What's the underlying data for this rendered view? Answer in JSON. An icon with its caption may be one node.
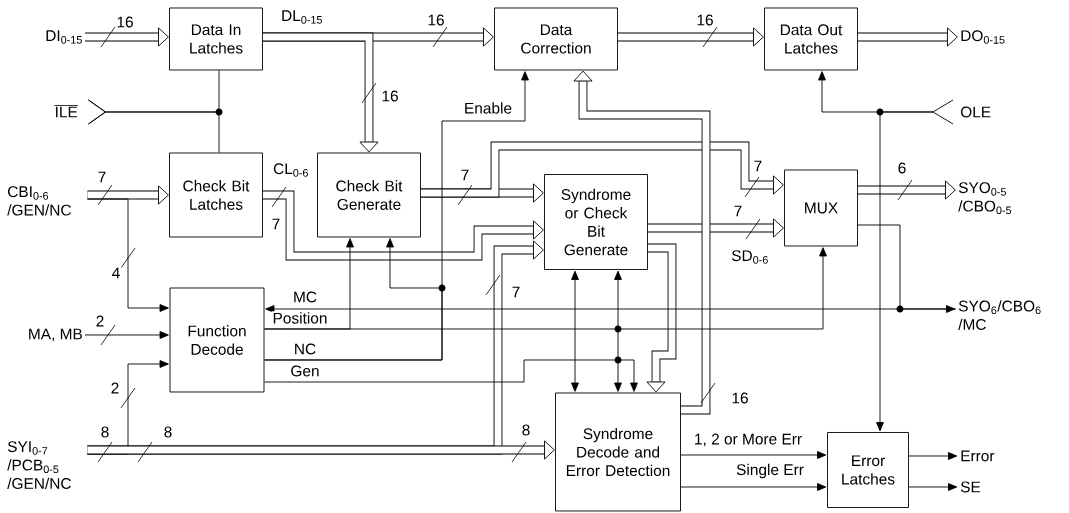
{
  "diagram": {
    "nodes": [
      {
        "text": [
          "Data In Latches"
        ]
      },
      {
        "text": [
          "Data Correction"
        ]
      },
      {
        "text": [
          "Data Out Latches"
        ]
      },
      {
        "text": [
          "Check Bit Latches"
        ]
      },
      {
        "text": [
          "Check Bit Generate"
        ]
      },
      {
        "text": [
          "Syndrome or Check Bit Generate"
        ]
      },
      {
        "text": [
          "MUX"
        ]
      },
      {
        "text": [
          "Function Decode"
        ]
      },
      {
        "text": [
          "Syndrome Decode and Error Detection"
        ]
      },
      {
        "text": [
          "Error Latches"
        ]
      },
      {
        "text": [
          "DI$_{0-15}$"
        ]
      },
      {
        "text": [
          "ILE"
        ]
      },
      {
        "text": [
          "CBI$_{0-6}$ /GEN/NC"
        ]
      },
      {
        "text": [
          "MA, MB"
        ]
      },
      {
        "text": [
          "SYI$_{0-7}$ /PCB$_{0-5}$ /GEN/NC"
        ]
      },
      {
        "text": [
          "DO$_{0-15}$"
        ]
      },
      {
        "text": [
          "OLE"
        ]
      },
      {
        "text": [
          "SYO$_{0-5}$ /CBO$_{0-5}$"
        ]
      },
      {
        "text": [
          "SYO$_{6}$/CBO$_{6}$ /MC"
        ]
      },
      {
        "text": [
          "Error"
        ]
      },
      {
        "text": [
          "SE"
        ]
      }
    ],
    "edges": [
      {
        "from": 10,
        "to": 0,
        "arrow": "to",
        "style": "thick",
        "label": "16"
      },
      {
        "from": 0,
        "to": 1,
        "arrow": "to",
        "style": "thick",
        "label": "16"
      },
      {
        "from": 0,
        "to": 4,
        "arrow": "to",
        "style": "thick",
        "label": "16"
      },
      {
        "from": 11,
        "to": 0,
        "arrow": "other"
      },
      {
        "from": 11,
        "to": 3,
        "arrow": "other"
      },
      {
        "from": 12,
        "to": 3,
        "arrow": "to",
        "style": "thick",
        "label": "7"
      },
      {
        "from": 12,
        "to": 7,
        "arrow": "to",
        "label": "4"
      },
      {
        "from": 13,
        "to": 7,
        "arrow": "to",
        "label": "2"
      },
      {
        "from": 14,
        "to": 7,
        "arrow": "to",
        "label": "2"
      },
      {
        "from": 14,
        "to": 5,
        "arrow": "to",
        "style": "thick",
        "label": "7"
      },
      {
        "from": 14,
        "to": 8,
        "arrow": "to",
        "style": "thick",
        "label": "8"
      },
      {
        "from": 3,
        "to": 5,
        "arrow": "to",
        "style": "thick",
        "label": "7"
      },
      {
        "from": 4,
        "to": 5,
        "arrow": "to",
        "style": "thick",
        "label": "7"
      },
      {
        "from": 4,
        "to": 6,
        "arrow": "to",
        "style": "thick",
        "label": "7"
      },
      {
        "from": 5,
        "to": 6,
        "arrow": "to",
        "style": "thick",
        "label": "7"
      },
      {
        "from": 5,
        "to": 8,
        "arrow": "to",
        "style": "thick"
      },
      {
        "from": 8,
        "to": 1,
        "arrow": "to",
        "style": "thick",
        "label": "16"
      },
      {
        "from": 1,
        "to": 2,
        "arrow": "to",
        "style": "thick",
        "label": "16"
      },
      {
        "from": 2,
        "to": 15,
        "arrow": "to",
        "style": "thick"
      },
      {
        "from": 6,
        "to": 17,
        "arrow": "to",
        "style": "thick",
        "label": "6"
      },
      {
        "from": 16,
        "to": 2,
        "arrow": "to"
      },
      {
        "from": 16,
        "to": 9,
        "arrow": "to"
      },
      {
        "from": 6,
        "to": 18,
        "arrow": "to"
      },
      {
        "from": 18,
        "to": 7,
        "arrow": "to",
        "label": "MC"
      },
      {
        "from": 7,
        "to": 4,
        "arrow": "to",
        "label": "Position"
      },
      {
        "from": 7,
        "to": 6,
        "arrow": "to"
      },
      {
        "from": 7,
        "to": 1,
        "arrow": "to",
        "label": "Enable"
      },
      {
        "from": 7,
        "to": 4,
        "arrow": "to",
        "label": "NC"
      },
      {
        "from": 7,
        "to": 8,
        "arrow": "to",
        "label": "Gen"
      },
      {
        "from": 5,
        "to": 8,
        "arrow": "both"
      },
      {
        "from": 5,
        "to": 8,
        "arrow": "both"
      },
      {
        "from": 8,
        "to": 9,
        "arrow": "to",
        "label": "1, 2 or More Err"
      },
      {
        "from": 8,
        "to": 9,
        "arrow": "to",
        "label": "Single Err"
      },
      {
        "from": 9,
        "to": 19,
        "arrow": "to"
      },
      {
        "from": 9,
        "to": 20,
        "arrow": "to"
      }
    ],
    "labels": [
      "DL$_{0-15}$",
      "CL$_{0-6}$",
      "SD$_{0-6}$",
      "8",
      "8"
    ]
  }
}
